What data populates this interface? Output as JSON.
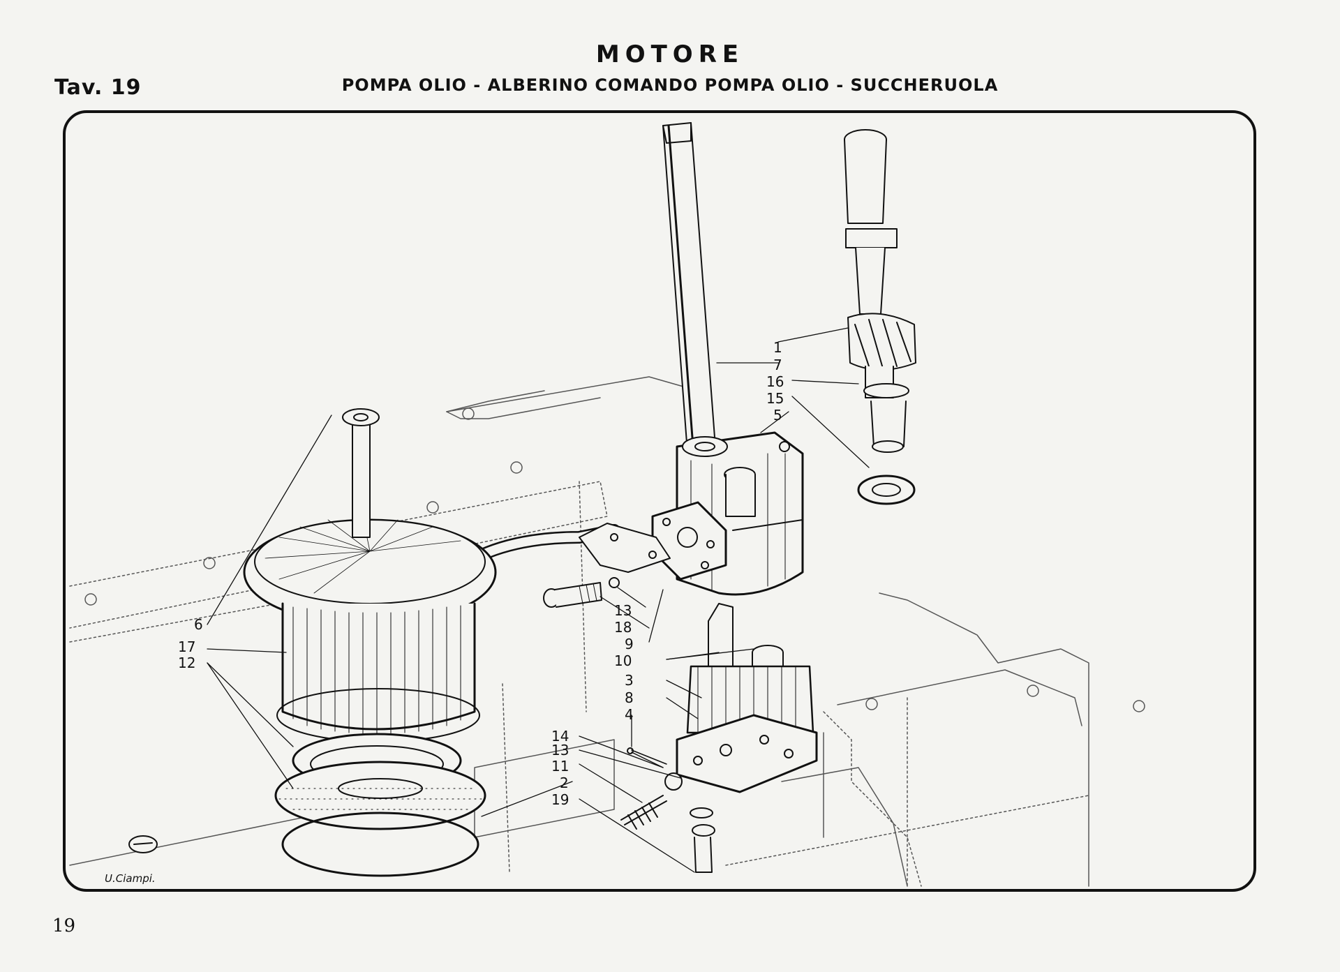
{
  "header": {
    "section_title": "MOTORE",
    "plate_label": "Tav. 19",
    "subtitle": "POMPA OLIO - ALBERINO COMANDO POMPA OLIO - SUCCHERUOLA"
  },
  "callouts": {
    "c_1": "1",
    "c_7": "7",
    "c_16": "16",
    "c_15": "15",
    "c_5": "5",
    "c_13a": "13",
    "c_18": "18",
    "c_9": "9",
    "c_10": "10",
    "c_3": "3",
    "c_8": "8",
    "c_4": "4",
    "c_6": "6",
    "c_17": "17",
    "c_12": "12",
    "c_14": "14",
    "c_13b": "13",
    "c_11": "11",
    "c_2": "2",
    "c_19": "19"
  },
  "signature": "U.Ciampi.",
  "page_number": "19"
}
